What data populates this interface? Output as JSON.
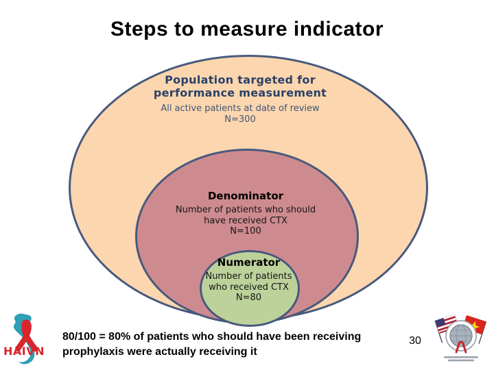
{
  "slide": {
    "title": "Steps to measure indicator",
    "page_number": "30"
  },
  "diagram": {
    "population": {
      "heading_line1": "Population targeted for",
      "heading_line2": "performance measurement",
      "body_line1": "All active patients at date of review",
      "body_line2": "N=300"
    },
    "denominator": {
      "heading": "Denominator",
      "body_line1": "Number of patients who should",
      "body_line2": "have received CTX",
      "body_line3": "N=100"
    },
    "numerator": {
      "heading": "Numerator",
      "body_line1": "Number of patients",
      "body_line2": "who received CTX",
      "body_line3": "N=80"
    }
  },
  "footer": {
    "statement_line1": "80/100 = 80% of patients who should have been receiving",
    "statement_line2": "prophylaxis were actually receiving it"
  },
  "logos": {
    "haivn_label": "HAIVN"
  },
  "colors": {
    "peach": "#FBD6AE",
    "pink": "#CE8B8F",
    "green": "#BDD19B",
    "stroke": "#47597D",
    "heading-navy": "#2B4168",
    "subtext-navy": "#3E5577",
    "haivn-teal": "#2E9FB4",
    "haivn-red": "#D9262C"
  }
}
